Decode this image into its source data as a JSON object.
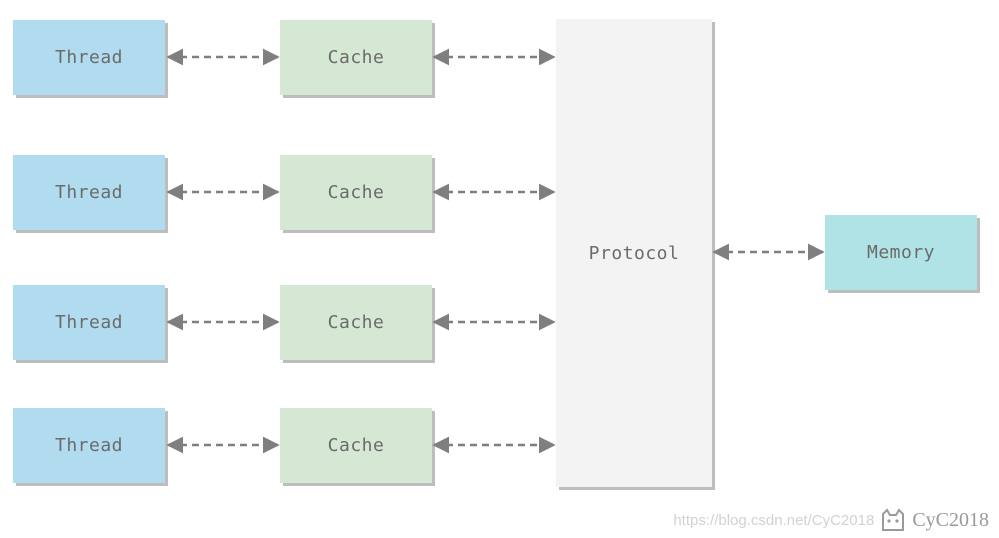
{
  "diagram": {
    "threads": [
      "Thread",
      "Thread",
      "Thread",
      "Thread"
    ],
    "caches": [
      "Cache",
      "Cache",
      "Cache",
      "Cache"
    ],
    "protocol": "Protocol",
    "memory": "Memory",
    "colors": {
      "thread": "#b1dcef",
      "cache": "#d5e8d4",
      "protocol": "#f3f3f3",
      "memory": "#b0e3e6",
      "arrow": "#7f7f7f",
      "text": "#6b6b6b"
    }
  },
  "watermark": {
    "url": "https://blog.csdn.net/CyC2018",
    "brand": "CyC2018",
    "icon": "cat-logo-icon"
  }
}
